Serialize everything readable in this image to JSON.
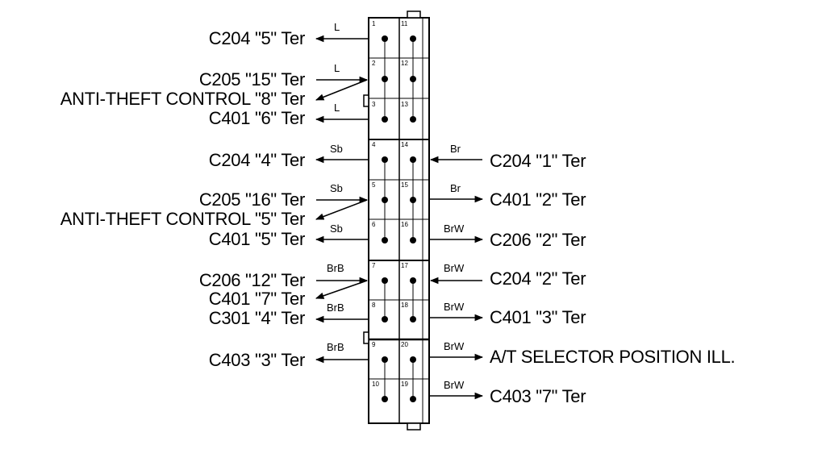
{
  "left_labels": {
    "c204_5": "C204 \"5\" Ter",
    "c205_15": "C205 \"15\" Ter",
    "antitheft_8": "ANTI-THEFT CONTROL \"8\" Ter",
    "c401_6": "C401 \"6\" Ter",
    "c204_4": "C204 \"4\" Ter",
    "c205_16": "C205 \"16\" Ter",
    "antitheft_5": "ANTI-THEFT CONTROL \"5\" Ter",
    "c401_5": "C401 \"5\" Ter",
    "c206_12": "C206 \"12\" Ter",
    "c401_7": "C401 \"7\" Ter",
    "c301_4": "C301 \"4\" Ter",
    "c403_3": "C403 \"3\" Ter"
  },
  "right_labels": {
    "c204_1": "C204 \"1\" Ter",
    "c401_2": "C401 \"2\" Ter",
    "c206_2": "C206 \"2\" Ter",
    "c204_2": "C204 \"2\" Ter",
    "c401_3": "C401 \"3\" Ter",
    "at_selector": "A/T SELECTOR POSITION ILL.",
    "c403_7": "C403 \"7\" Ter"
  },
  "wire_colors": {
    "w1": "L",
    "w2": "L",
    "w3": "L",
    "w4": "Sb",
    "w5": "Sb",
    "w6": "Sb",
    "w7": "BrB",
    "w8": "BrB",
    "w9": "BrB",
    "w10": "Br",
    "w11": "Br",
    "w12": "BrW",
    "w13": "BrW",
    "w14": "BrW",
    "w15": "BrW",
    "w16": "BrW"
  },
  "pins": {
    "p1": "1",
    "p2": "2",
    "p3": "3",
    "p4": "4",
    "p5": "5",
    "p6": "6",
    "p7": "7",
    "p8": "8",
    "p9": "9",
    "p10": "10",
    "p11": "11",
    "p12": "12",
    "p13": "13",
    "p14": "14",
    "p15": "15",
    "p16": "16",
    "p17": "17",
    "p18": "18",
    "p19": "19",
    "p20": "20"
  }
}
